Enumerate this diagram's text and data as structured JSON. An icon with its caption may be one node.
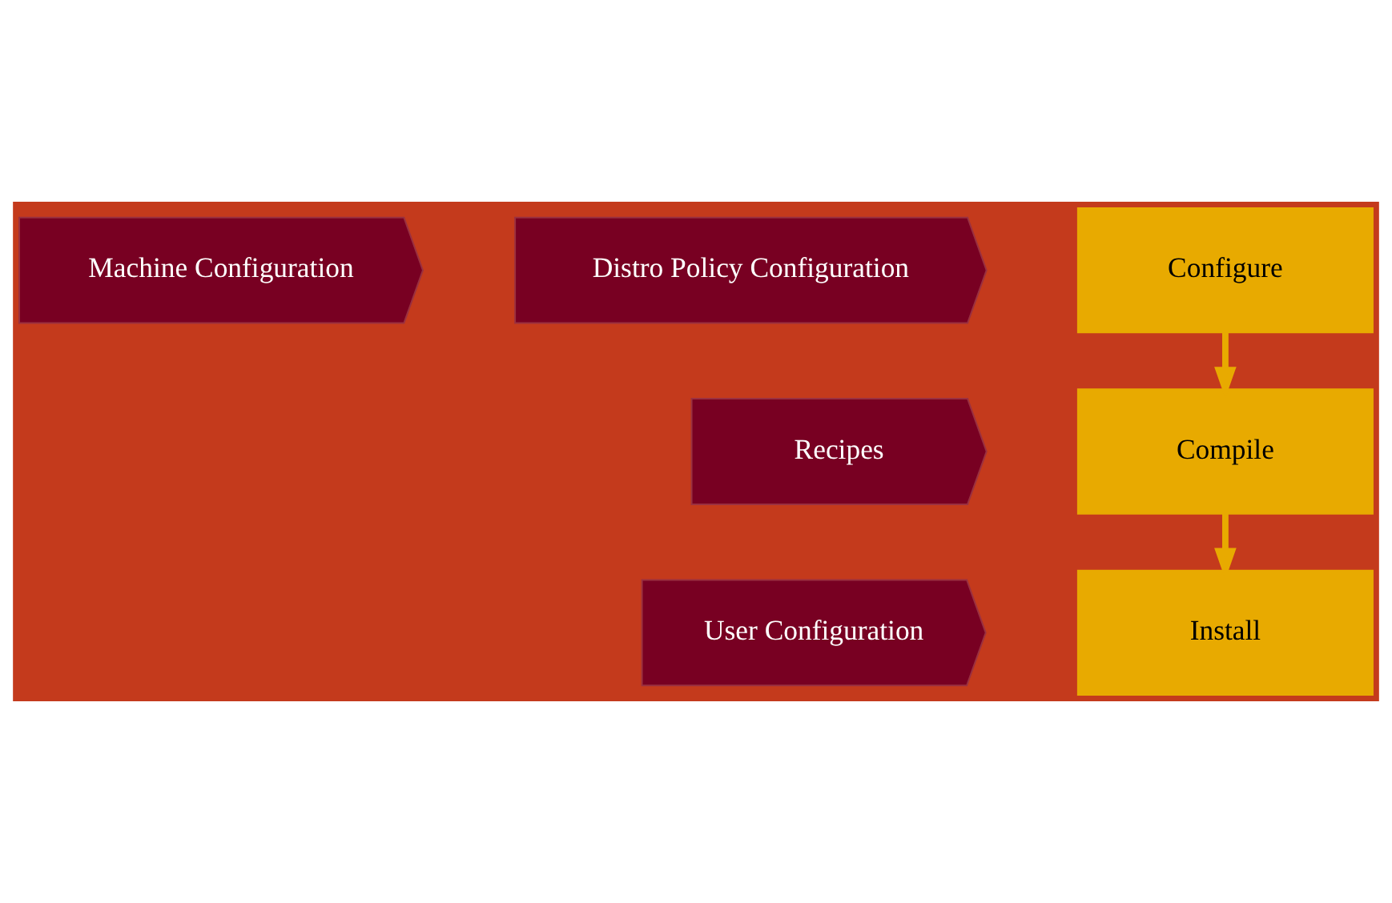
{
  "diagram": {
    "nodes": [
      {
        "text": [
          "User Configuration"
        ]
      },
      {
        "text": [
          "Recipes"
        ]
      },
      {
        "text": [
          "Machine Configuration"
        ]
      },
      {
        "text": [
          "Distro Policy Configuration"
        ]
      },
      {
        "text": [
          "Install"
        ]
      },
      {
        "text": [
          "Compile"
        ]
      },
      {
        "text": [
          "Configure"
        ]
      }
    ],
    "edges": [
      {
        "from": 6,
        "to": 5,
        "arrow": "to"
      },
      {
        "from": 5,
        "to": 4,
        "arrow": "to"
      }
    ]
  }
}
